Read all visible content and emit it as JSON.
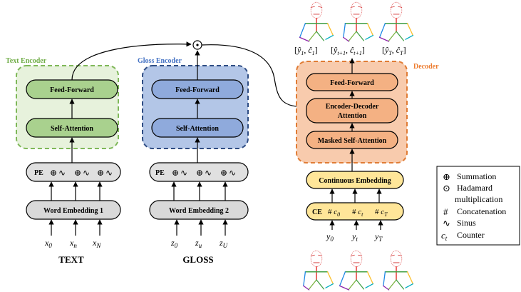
{
  "text_encoder": {
    "title": "Text Encoder",
    "feed_forward": "Feed-Forward",
    "self_attention": "Self-Attention",
    "pe_label": "PE",
    "word_embedding": "Word Embedding 1",
    "inputs": [
      "x",
      "x",
      "x"
    ],
    "input_subs": [
      "0",
      "n",
      "N"
    ],
    "caption": "TEXT",
    "color_fill": "#e7f2dc",
    "color_border": "#7fb859",
    "color_box": "#a9d18e"
  },
  "gloss_encoder": {
    "title": "Gloss Encoder",
    "feed_forward": "Feed-Forward",
    "self_attention": "Self-Attention",
    "pe_label": "PE",
    "word_embedding": "Word Embedding 2",
    "inputs": [
      "z",
      "z",
      "z"
    ],
    "input_subs": [
      "0",
      "u",
      "U"
    ],
    "caption": "GLOSS",
    "color_fill": "#b3c6e7",
    "color_border": "#2f4d84",
    "color_box": "#8faadc"
  },
  "decoder": {
    "title": "Decoder",
    "feed_forward": "Feed-Forward",
    "cross_attention_line1": "Encoder-Decoder",
    "cross_attention_line2": "Attention",
    "masked_attention": "Masked Self-Attention",
    "continuous_embedding": "Continuous Embedding",
    "ce_label": "CE",
    "ce_subs": [
      "0",
      "t",
      "T"
    ],
    "inputs": [
      "y",
      "y",
      "y"
    ],
    "input_subs": [
      "0",
      "t",
      "T"
    ],
    "outputs": [
      {
        "y_sub": "1",
        "c_sub": "1"
      },
      {
        "y_sub": "t+1",
        "c_sub": "t+1"
      },
      {
        "y_sub": "T",
        "c_sub": "T"
      }
    ],
    "color_fill": "#f8cbad",
    "color_border": "#e07c35",
    "color_box": "#f4b183",
    "color_embed": "#ffe699",
    "color_embed_border": "#bf9000"
  },
  "legend": {
    "items": [
      {
        "symbol": "⊕",
        "label": "Summation"
      },
      {
        "symbol": "⊙",
        "label": "Hadamard"
      },
      {
        "symbol": "",
        "label": "multiplication"
      },
      {
        "symbol": "#",
        "label": "Concatenation"
      },
      {
        "symbol": "∿",
        "label": "Sinus"
      },
      {
        "symbol": "c",
        "symbol_sub": "t",
        "label": "Counter"
      }
    ]
  }
}
